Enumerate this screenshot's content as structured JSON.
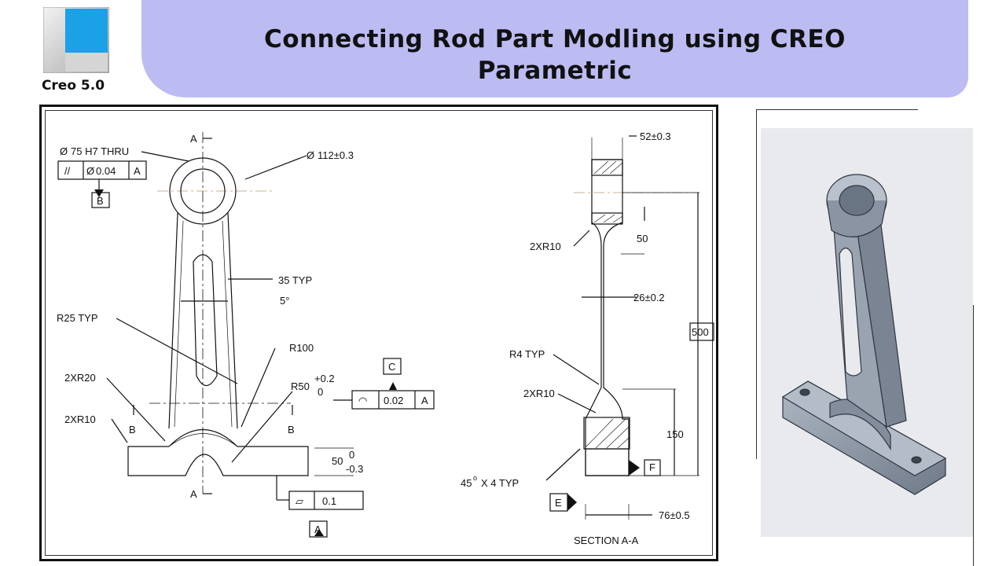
{
  "logo": {
    "caption": "Creo 5.0",
    "colors": {
      "blue": "#1aa1e6",
      "gray": "#c9c9c9"
    }
  },
  "banner": {
    "title_line1": "Connecting Rod Part Modling  using CREO",
    "title_line2": "Parametric",
    "color": "#bcbcf3"
  },
  "drawing": {
    "front": {
      "section_a_top": "A",
      "section_a_bottom": "A",
      "bore": "75 H7 THRU",
      "parallel_tol": "0.04",
      "parallel_datum": "A",
      "datum_b": "B",
      "outer_dia": "112±0.3",
      "typ35": "35 TYP",
      "angle": "5°",
      "r25": "R25 TYP",
      "r100": "R100",
      "r20": "2XR20",
      "r10": "2XR10",
      "r50": "R50",
      "r50_upper": "+0.2",
      "r50_lower": "0",
      "datum_c": "C",
      "profile_tol": "0.02",
      "profile_datum": "A",
      "section_b_left": "B",
      "section_b_right": "B",
      "dim50": "50",
      "dim50_upper": "0",
      "dim50_lower": "-0.3",
      "flat_tol": "0.1",
      "datum_a": "A"
    },
    "section": {
      "dim52": "52±0.3",
      "r10_top": "2XR10",
      "dim50": "50",
      "dim26": "26±0.2",
      "dim500": "500",
      "r4": "R4 TYP",
      "r10_bottom": "2XR10",
      "dim150": "150",
      "chamfer": "45",
      "chamfer_suffix": "X 4 TYP",
      "datum_f": "F",
      "datum_e": "E",
      "dim76": "76±0.5",
      "label": "SECTION  A-A"
    }
  },
  "render": {
    "part_color": "#8e99a8"
  }
}
